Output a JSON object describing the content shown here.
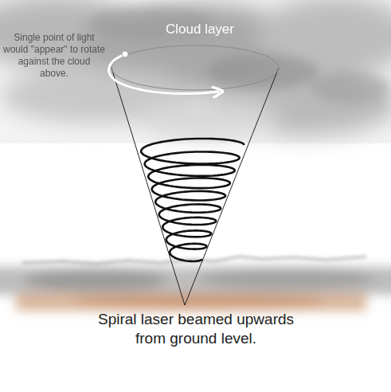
{
  "diagram": {
    "labels": [
      "Cloud layer",
      "Single point of light would \"appear\" to rotate against the cloud above.",
      "Spiral laser beamed upwards from ground level."
    ]
  }
}
